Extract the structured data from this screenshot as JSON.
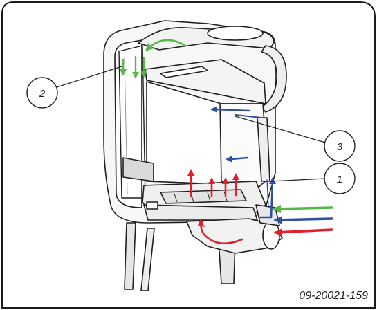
{
  "callouts": [
    {
      "number": "1"
    },
    {
      "number": "2"
    },
    {
      "number": "3"
    }
  ],
  "reference_code": "09-20021-159",
  "colors": {
    "frame": "#1a1a1a",
    "stove_line": "#1f1f1f",
    "stove_fill": "#ffffff",
    "shade": "#d9d9d9",
    "air_red": "#e0202a",
    "air_blue": "#2e4fa3",
    "air_green": "#55b947"
  }
}
